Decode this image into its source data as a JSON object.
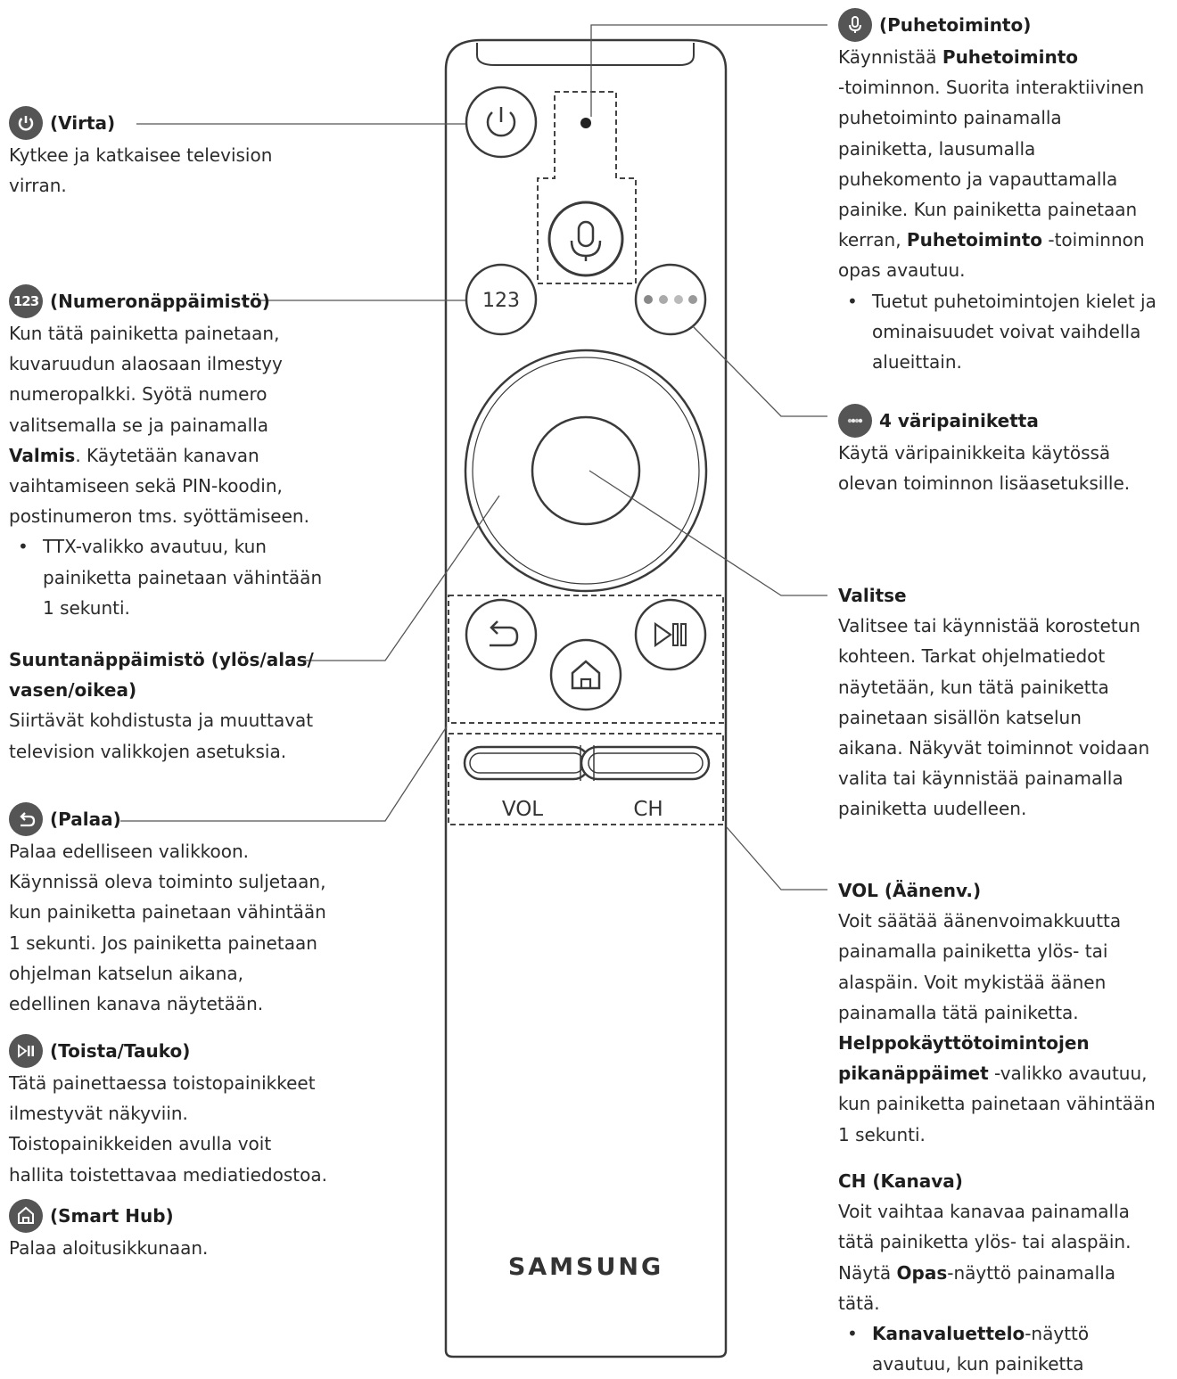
{
  "remote": {
    "num_label": "123",
    "vol_label": "VOL",
    "ch_label": "CH",
    "brand": "SAMSUNG"
  },
  "power": {
    "title": "(Virta)",
    "lines": [
      "Kytkee ja katkaisee television",
      "virran."
    ]
  },
  "numpad": {
    "icon_label": "123",
    "title": "(Numeronäppäimistö)",
    "lines": [
      "Kun tätä painiketta painetaan,",
      "kuvaruudun alaosaan ilmestyy",
      "numeropalkki. Syötä numero",
      "valitsemalla se ja painamalla"
    ],
    "line5_bold": "Valmis",
    "line5_rest": ". Käytetään kanavan",
    "lines2": [
      "vaihtamiseen sekä PIN-koodin,",
      "postinumeron tms. syöttämiseen."
    ],
    "bullet": [
      "TTX-valikko avautuu, kun",
      "painiketta painetaan vähintään",
      "1 sekunti."
    ]
  },
  "direction": {
    "title_lines": [
      "Suuntanäppäimistö (ylös/alas/",
      "vasen/oikea)"
    ],
    "lines": [
      "Siirtävät kohdistusta ja muuttavat",
      "television valikkojen asetuksia."
    ]
  },
  "back": {
    "title": "(Palaa)",
    "lines": [
      "Palaa edelliseen valikkoon.",
      "Käynnissä oleva toiminto suljetaan,",
      "kun painiketta painetaan vähintään",
      "1 sekunti. Jos painiketta painetaan",
      "ohjelman katselun aikana,",
      "edellinen kanava näytetään."
    ]
  },
  "play": {
    "title": "(Toista/Tauko)",
    "lines": [
      "Tätä painettaessa toistopainikkeet",
      "ilmestyvät näkyviin.",
      "Toistopainikkeiden avulla voit",
      "hallita toistettavaa mediatiedostoa."
    ]
  },
  "smarthub": {
    "title": "(Smart Hub)",
    "lines": [
      "Palaa aloitusikkunaan."
    ]
  },
  "voice": {
    "title": "(Puhetoiminto)",
    "l1_pre": "Käynnistää ",
    "l1_bold": "Puhetoiminto",
    "lines": [
      "-toiminnon. Suorita interaktiivinen",
      "puhetoiminto painamalla",
      "painiketta, lausumalla",
      "puhekomento ja vapauttamalla",
      "painike. Kun painiketta painetaan"
    ],
    "l7_pre": "kerran, ",
    "l7_bold": "Puhetoiminto",
    "l7_rest": " -toiminnon",
    "l8": "opas avautuu.",
    "bullet": [
      "Tuetut puhetoimintojen kielet ja",
      "ominaisuudet voivat vaihdella",
      "alueittain."
    ]
  },
  "colors": {
    "title": "4 väripainiketta",
    "lines": [
      "Käytä väripainikkeita käytössä",
      "olevan toiminnon lisäasetuksille."
    ]
  },
  "select": {
    "title": "Valitse",
    "lines": [
      "Valitsee tai käynnistää korostetun",
      "kohteen. Tarkat ohjelmatiedot",
      "näytetään, kun tätä painiketta",
      "painetaan sisällön katselun",
      "aikana. Näkyvät toiminnot voidaan",
      "valita tai käynnistää painamalla",
      "painiketta uudelleen."
    ]
  },
  "vol": {
    "title": "VOL (Äänenv.)",
    "lines": [
      "Voit säätää äänenvoimakkuutta",
      "painamalla painiketta ylös- tai",
      "alaspäin. Voit mykistää äänen",
      "painamalla tätä painiketta."
    ],
    "bold1": "Helppokäyttötoimintojen",
    "bold2": "pikanäppäimet",
    "rest2": " -valikko avautuu,",
    "lines2": [
      "kun painiketta painetaan vähintään",
      "1 sekunti."
    ]
  },
  "ch": {
    "title": "CH (Kanava)",
    "lines": [
      "Voit vaihtaa kanavaa painamalla",
      "tätä painiketta ylös- tai alaspäin."
    ],
    "l3_pre": "Näytä ",
    "l3_bold": "Opas",
    "l3_rest": "-näyttö painamalla",
    "l4": "tätä.",
    "bullet_bold": "Kanavaluettelo",
    "bullet_rest": "-näyttö",
    "bullet2": "avautuu, kun painiketta"
  }
}
